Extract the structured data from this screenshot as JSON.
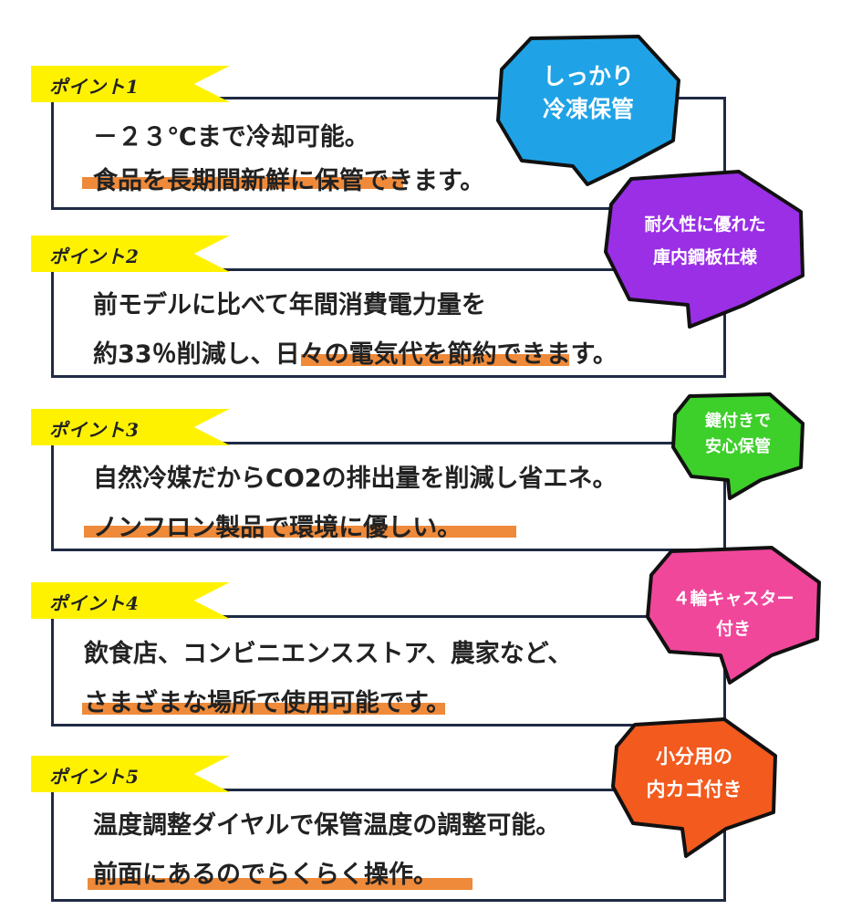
{
  "points": [
    {
      "label": "ポイント1",
      "line1": "－２３℃まで冷却可能。",
      "line2": "食品を長期間新鮮に保管できます。",
      "bubble": {
        "lines": [
          "しっかり",
          "冷凍保管"
        ],
        "color": "#1fa3e6"
      }
    },
    {
      "label": "ポイント2",
      "line1": "前モデルに比べて年間消費電力量を",
      "line2": "約33％削減し、日々の電気代を節約できます。",
      "bubble": {
        "lines": [
          "耐久性に優れた",
          "庫内鋼板仕様"
        ],
        "color": "#9a2fe6"
      }
    },
    {
      "label": "ポイント3",
      "line1": "自然冷媒だからCO2の排出量を削減し省エネ。",
      "line2": "ノンフロン製品で環境に優しい。",
      "bubble": {
        "lines": [
          "鍵付きで",
          "安心保管"
        ],
        "color": "#3dcf2a"
      }
    },
    {
      "label": "ポイント4",
      "line1": "飲食店、コンビニエンスストア、農家など、",
      "line2": "さまざまな場所で使用可能です。",
      "bubble": {
        "lines": [
          "４輪キャスター",
          "付き"
        ],
        "color": "#f0479b"
      }
    },
    {
      "label": "ポイント5",
      "line1": "温度調整ダイヤルで保管温度の調整可能。",
      "line2": "前面にあるのでらくらく操作。",
      "bubble": {
        "lines": [
          "小分用の",
          "内カゴ付き"
        ],
        "color": "#f25a1e"
      }
    }
  ],
  "colors": {
    "border": "#1f2a44",
    "tag": "#fff200",
    "highlight": "#ee8a3a"
  }
}
